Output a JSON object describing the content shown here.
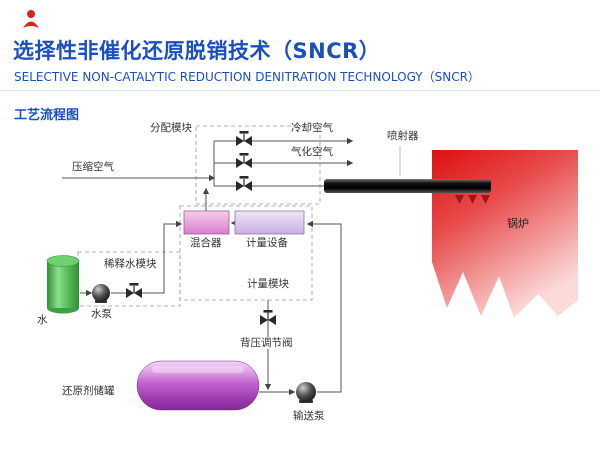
{
  "header": {
    "title": "选择性非催化还原脱销技术（SNCR）",
    "subtitle": "SELECTIVE NON-CATALYTIC REDUCTION DENITRATION TECHNOLOGY（SNCR）",
    "section_label": "工艺流程图",
    "title_color": "#1a4fc0",
    "logo_color": "#d5281e"
  },
  "diagram": {
    "labels": {
      "distribution_module": "分配模块",
      "cooling_air": "冷却空气",
      "gasification_air": "气化空气",
      "compressed_air": "压缩空气",
      "injector": "喷射器",
      "boiler": "锅炉",
      "mixer": "混合器",
      "metering_equipment": "计量设备",
      "metering_module": "计量模块",
      "dilution_water_module": "稀释水模块",
      "water": "水",
      "water_pump": "水泵",
      "back_pressure_valve": "背压调节阀",
      "reducing_agent_tank": "还原剂储罐",
      "transfer_pump": "输送泵"
    },
    "colors": {
      "boiler_red": "#dd1010",
      "water_tank_green": "#3f9f43",
      "storage_tank_purple": "#b04ec4",
      "mixer_pink": "#e09ad6",
      "metering_lavender": "#d5bfe9",
      "injector_dark": "#111111",
      "line_gray": "#555555"
    }
  }
}
